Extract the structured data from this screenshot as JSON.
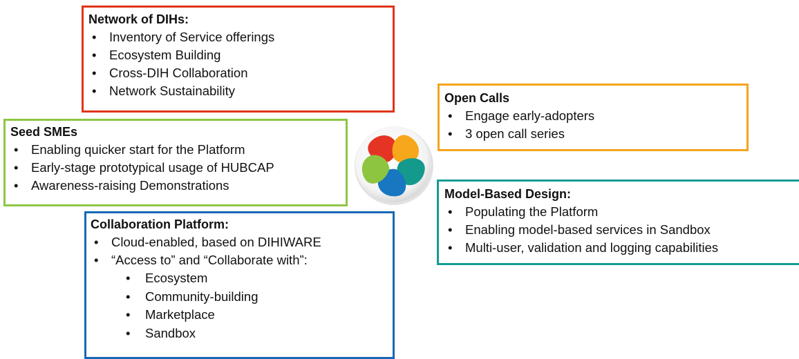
{
  "colors": {
    "network_border": "#e03418",
    "seed_border": "#8dc644",
    "collab_border": "#1668b5",
    "open_border": "#f4a51c",
    "model_border": "#109c94",
    "logo_red": "#e53424",
    "logo_orange": "#f7a71b",
    "logo_teal": "#139a8c",
    "logo_blue": "#1877c0",
    "logo_green": "#8ec540"
  },
  "network": {
    "title": "Network of DIHs:",
    "items": [
      "Inventory of Service offerings",
      "Ecosystem Building",
      "Cross-DIH Collaboration",
      "Network Sustainability"
    ]
  },
  "seed": {
    "title": "Seed SMEs",
    "items": [
      "Enabling quicker start for the Platform",
      "Early-stage prototypical usage of HUBCAP",
      "Awareness-raising Demonstrations"
    ]
  },
  "collab": {
    "title": "Collaboration Platform:",
    "items": [
      "Cloud-enabled, based on DIHIWARE",
      "“Access to” and “Collaborate with”:"
    ],
    "sub_items": [
      "Ecosystem",
      "Community-building",
      "Marketplace",
      "Sandbox"
    ]
  },
  "open_calls": {
    "title": "Open Calls",
    "items": [
      "Engage early-adopters",
      "3 open call series"
    ]
  },
  "model": {
    "title": "Model-Based Design:",
    "items": [
      "Populating the Platform",
      "Enabling model-based services in Sandbox",
      "Multi-user, validation and logging capabilities"
    ]
  },
  "logo": {
    "icon": "hubcap-petal-logo-icon"
  }
}
